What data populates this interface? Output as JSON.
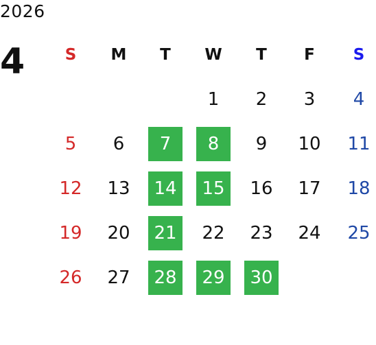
{
  "year": "2026",
  "month": "4",
  "weekdays": [
    "S",
    "M",
    "T",
    "W",
    "T",
    "F",
    "S"
  ],
  "weeks": [
    [
      "",
      "",
      "",
      "1",
      "2",
      "3",
      "4"
    ],
    [
      "5",
      "6",
      "7",
      "8",
      "9",
      "10",
      "11"
    ],
    [
      "12",
      "13",
      "14",
      "15",
      "16",
      "17",
      "18"
    ],
    [
      "19",
      "20",
      "21",
      "22",
      "23",
      "24",
      "25"
    ],
    [
      "26",
      "27",
      "28",
      "29",
      "30",
      "",
      ""
    ]
  ],
  "highlighted_days": [
    "7",
    "8",
    "14",
    "15",
    "21",
    "28",
    "29",
    "30"
  ],
  "colors": {
    "sunday": "#d42828",
    "saturday": "#1f48a6",
    "saturday_header": "#1a1aee",
    "highlight": "#37b24d",
    "text": "#111111"
  }
}
